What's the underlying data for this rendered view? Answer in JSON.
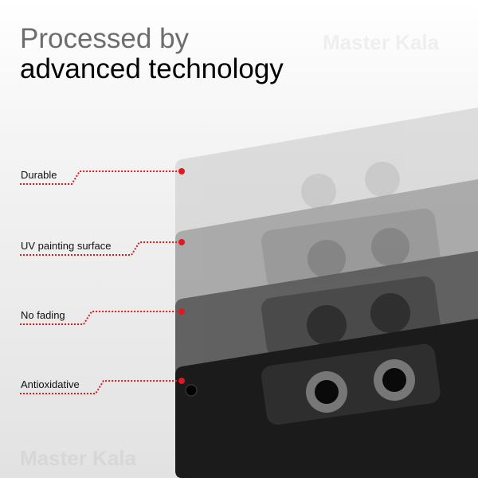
{
  "headline": {
    "line1": "Processed by",
    "line2": "advanced technology"
  },
  "features": [
    {
      "label": "Durable"
    },
    {
      "label": "UV painting surface"
    },
    {
      "label": "No fading"
    },
    {
      "label": "Antioxidative"
    }
  ],
  "watermark": "Master Kala",
  "colors": {
    "accent": "#e0191f",
    "layer1": "#c9c9c9",
    "layer2": "#9b9b9b",
    "layer3": "#5a5a5a",
    "layer4": "#1b1b1b"
  }
}
